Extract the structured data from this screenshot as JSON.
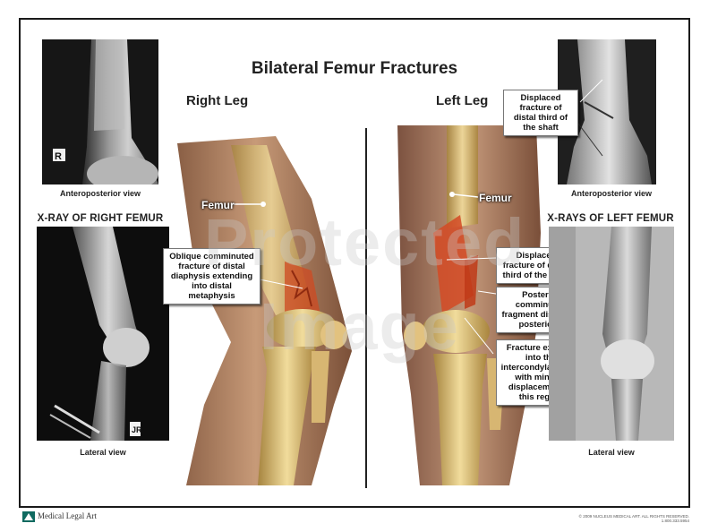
{
  "title": "Bilateral Femur Fractures",
  "right_leg": {
    "heading": "Right Leg",
    "femur_label": "Femur",
    "fracture_label": "Oblique comminuted fracture of distal diaphysis extending into distal metaphysis",
    "ap_caption": "Anteroposterior view",
    "xray_heading": "X-RAY OF RIGHT FEMUR",
    "lateral_caption": "Lateral view",
    "lateral_marker": "JR"
  },
  "left_leg": {
    "heading": "Left Leg",
    "femur_label": "Femur",
    "displaced_label_ap": "Displaced fracture of distal third of the shaft",
    "displaced_label": "Displaced fracture of distal third of the shaft",
    "posterior_label": "Posterior comminuted fragment displaced posteriorly",
    "intercondylar_label": "Fracture extends into the intercondylar notch with minimal displacement of this region",
    "ap_caption": "Anteroposterior view",
    "xray_heading": "X-RAYS OF LEFT FEMUR",
    "lateral_caption": "Lateral view"
  },
  "watermark": [
    "Protected",
    "Image"
  ],
  "footer": {
    "brand": "Medical Legal Art",
    "copyright": "© 2009 NUCLEUS MEDICAL ART. ALL RIGHTS RESERVED. 1.800.333.5954"
  },
  "colors": {
    "frame": "#1a1a1a",
    "skin": "#b98a68",
    "bone": "#e8cf8d",
    "fracture": "#d0431c"
  }
}
